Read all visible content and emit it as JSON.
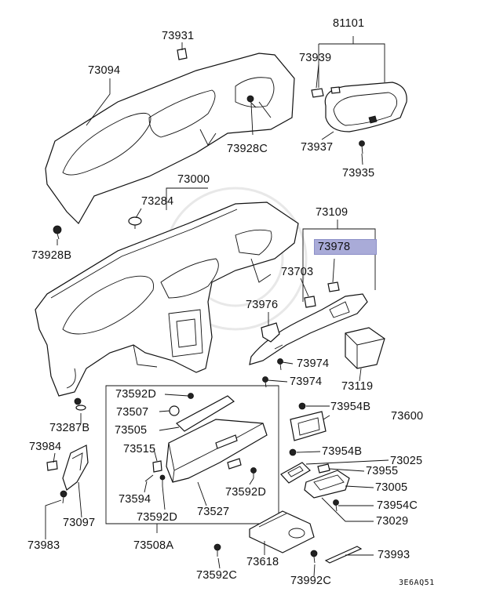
{
  "labels": {
    "p81101": "81101",
    "p73931": "73931",
    "p73094": "73094",
    "p73939": "73939",
    "p73928c": "73928C",
    "p73937": "73937",
    "p73935": "73935",
    "p73000": "73000",
    "p73284": "73284",
    "p73928b": "73928B",
    "p73109": "73109",
    "p73978": "73978",
    "p73703": "73703",
    "p73976": "73976",
    "p73974a": "73974",
    "p73974b": "73974",
    "p73119": "73119",
    "p73592d_a": "73592D",
    "p73507": "73507",
    "p73505": "73505",
    "p73954b_a": "73954B",
    "p73600": "73600",
    "p73287b": "73287B",
    "p73515": "73515",
    "p73954b_b": "73954B",
    "p73984": "73984",
    "p73025": "73025",
    "p73955": "73955",
    "p73594": "73594",
    "p73592d_b": "73592D",
    "p73005": "73005",
    "p73097": "73097",
    "p73592d_c": "73592D",
    "p73527": "73527",
    "p73954c": "73954C",
    "p73029": "73029",
    "p73983": "73983",
    "p73508a": "73508A",
    "p73618": "73618",
    "p73993": "73993",
    "p73592c": "73592C",
    "p73992c": "73992C"
  },
  "highlight_color": "#a9abd8",
  "diagram_code": "3E6AQ51"
}
